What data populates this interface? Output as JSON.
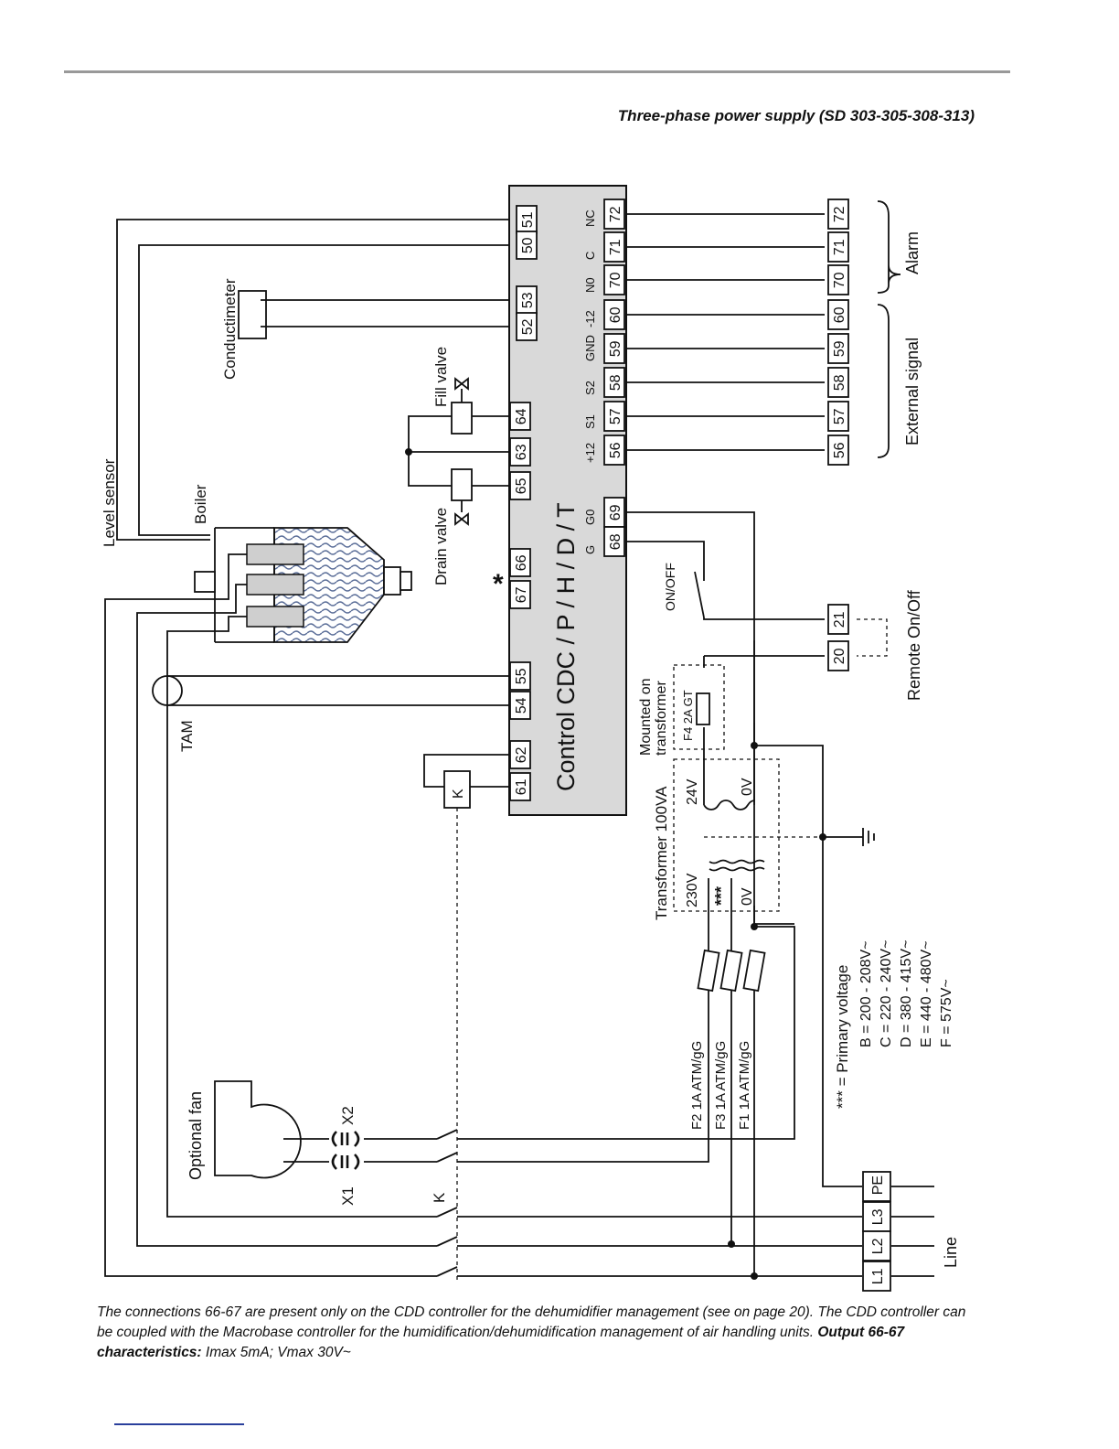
{
  "header": {
    "title": "Three-phase power supply (SD 303-305-308-313)"
  },
  "diagram": {
    "controller": {
      "label": "Control  CDC / P / H / D / T",
      "star_marker": "*",
      "left_terminals": [
        "51",
        "50",
        "53",
        "52",
        "64",
        "63",
        "65",
        "66",
        "67",
        "55",
        "54",
        "62",
        "61"
      ],
      "right_terminals": [
        "72",
        "71",
        "70",
        "60",
        "59",
        "58",
        "57",
        "56",
        "69",
        "68"
      ],
      "terminal_names": [
        "NC",
        "C",
        "N0",
        "-12",
        "GND",
        "S2",
        "S1",
        "+12",
        "G0",
        "G"
      ]
    },
    "components": {
      "level_sensor": "Level sensor",
      "conductimeter": "Conductimeter",
      "boiler": "Boiler",
      "fill_valve": "Fill valve",
      "drain_valve": "Drain valve",
      "tam": "TAM",
      "contactor": "K",
      "optional_fan": "Optional fan",
      "x1": "X1",
      "x2": "X2",
      "k_switch": "K",
      "on_off": "ON/OFF",
      "mounted_on_transformer": [
        "Mounted on",
        "transformer"
      ],
      "fuse_f4": "F4 2A GT",
      "v24": "24V",
      "v0_secondary": "0V",
      "transformer": "Transformer 100VA",
      "v230": "230V",
      "triple_star": "***",
      "v0_primary": "0V",
      "fuse_f2": "F2 1A ATM/gG",
      "fuse_f3": "F3 1A ATM/gG",
      "fuse_f1": "F1 1A ATM/gG"
    },
    "primary_voltage": {
      "heading": "*** = Primary voltage",
      "items": [
        "B = 200 - 208V~",
        "C = 220 - 240V~",
        "D = 380 - 415V~",
        "E = 440 - 480V~",
        "F = 575V~"
      ]
    },
    "external_terminals": {
      "alarm": [
        "72",
        "71",
        "70"
      ],
      "alarm_label": "Alarm",
      "signal": [
        "60",
        "59",
        "58",
        "57",
        "56"
      ],
      "signal_label": "External signal",
      "remote": [
        "21",
        "20"
      ],
      "remote_label": "Remote On/Off"
    },
    "line_terminals": {
      "items": [
        "PE",
        "L3",
        "L2",
        "L1"
      ],
      "label": "Line"
    }
  },
  "footnote": {
    "text1": "The connections 66-67 are present only on the CDD controller for the dehumidifier management (see on page 20). The CDD controller can be coupled with the Macrobase controller for the humidification/dehumidification management of air handling units. ",
    "bold": "Output 66-67 characteristics:",
    "text2": " Imax 5mA; Vmax 30V~"
  }
}
